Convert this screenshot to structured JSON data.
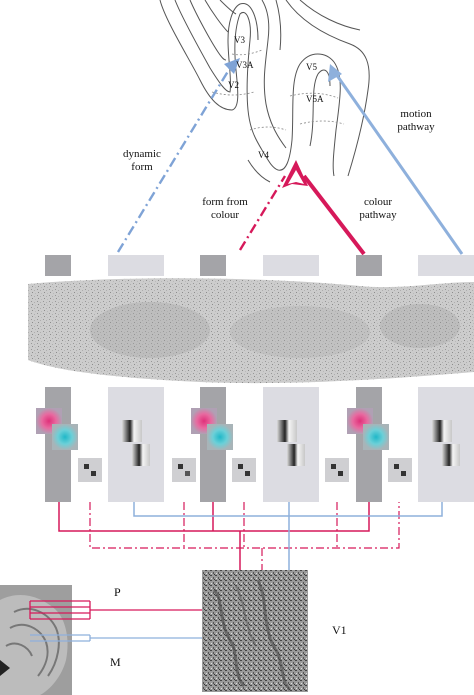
{
  "labels": {
    "v3": "V3",
    "v3a": "V3A",
    "v2": "V2",
    "v4": "V4",
    "v5": "V5",
    "v5a": "V5A",
    "dynamic_form": "dynamic\nform",
    "form_from_colour": "form from\ncolour",
    "colour_pathway": "colour\npathway",
    "motion_pathway": "motion\npathway",
    "p": "P",
    "m": "M",
    "v1": "V1"
  },
  "colors": {
    "magenta_pathway": "#d6195a",
    "blue_pathway": "#8eb0dc",
    "dashdot_blue": "#7fa3d6",
    "stripe_dark": "#a4a4a8",
    "stripe_light": "#dcdce2",
    "blob_magenta": "#e0307a",
    "blob_cyan": "#20b8c8",
    "brain_outline": "#555555"
  }
}
